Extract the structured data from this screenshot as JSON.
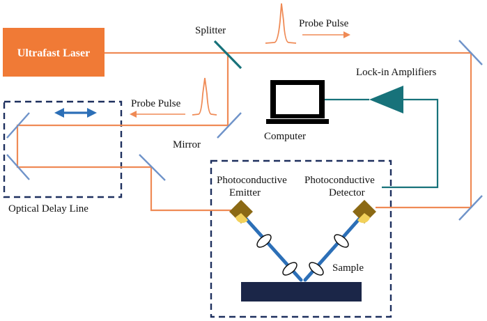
{
  "labels": {
    "laser": "Ultrafast Laser",
    "splitter": "Splitter",
    "probe_pulse_top": "Probe Pulse",
    "probe_pulse_left": "Probe Pulse",
    "lockin": "Lock-in Amplifiers",
    "computer": "Computer",
    "mirror": "Mirror",
    "delay_line": "Optical Delay Line",
    "emitter_line1": "Photoconductive",
    "emitter_line2": "Emitter",
    "detector_line1": "Photoconductive",
    "detector_line2": "Detector",
    "sample": "Sample"
  },
  "colors": {
    "laser_box": "#f07a36",
    "beam": "#ef8a55",
    "mirror": "#6f93c9",
    "dashed_box": "#1d2f5e",
    "signal_line": "#17727a",
    "antenna_body": "#8b6914",
    "antenna_window": "#f2d15a",
    "sample_block": "#1b2648",
    "probe_beam": "#2c6fb7",
    "double_arrow": "#2c6fb7"
  },
  "icons": {
    "computer": "monitor-icon",
    "lockin": "amplifier-triangle-icon",
    "delay_arrow": "double-arrow-icon"
  }
}
